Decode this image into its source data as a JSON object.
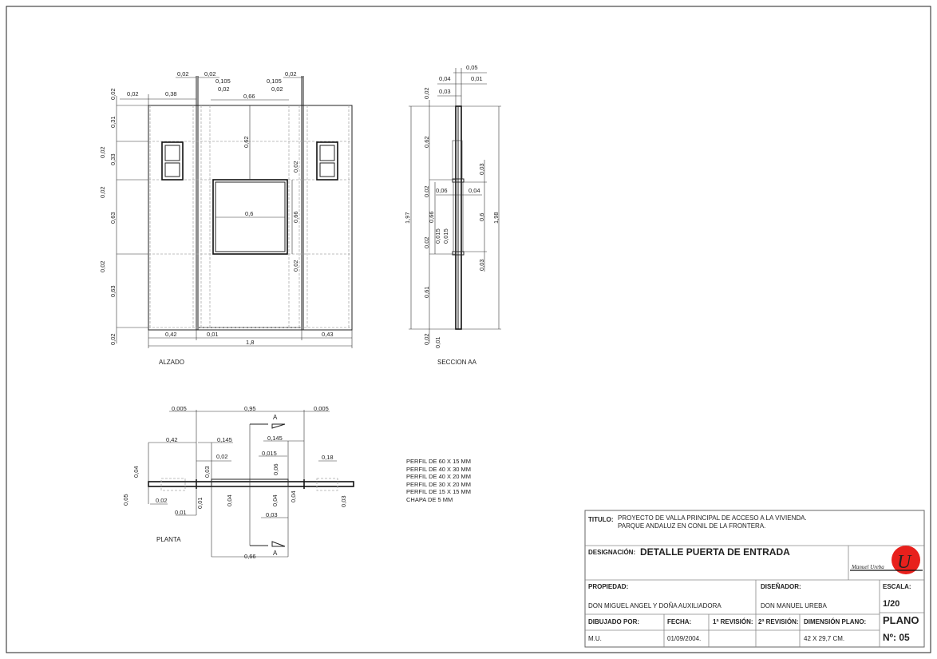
{
  "elevation": {
    "title": "ALZADO",
    "dims": {
      "top_a": "0,02",
      "top_b": "0,02",
      "top_c": "0,105",
      "top_d": "0,02",
      "top_e": "0,66",
      "top_f": "0,105",
      "top_g": "0,02",
      "top_h": "0,02",
      "top_i": "0,02",
      "top_j": "0,38",
      "left_1": "0,02",
      "left_2": "0,31",
      "left_3": "0,02",
      "left_4": "0,33",
      "left_5": "0,02",
      "left_6": "0,63",
      "left_7": "0,02",
      "left_8": "0,63",
      "left_9": "0,02",
      "in_1": "0,62",
      "in_2": "0,6",
      "in_3": "0,02",
      "in_4": "0,66",
      "in_5": "0,02",
      "bot_1": "0,42",
      "bot_2": "0,01",
      "bot_3": "0,43",
      "bot_4": "1,8"
    }
  },
  "section": {
    "title": "SECCION AA",
    "dims": {
      "a": "0,05",
      "b": "0,04",
      "c": "0,01",
      "d": "0,03",
      "e": "0,02",
      "f": "0,62",
      "g": "0,02",
      "h": "0,66",
      "i": "0,02",
      "j": "0,015",
      "k": "0,015",
      "l": "0,61",
      "m": "0,02",
      "n": "0,01",
      "o": "1,97",
      "p": "0,06",
      "q": "0,04",
      "r": "0,03",
      "s": "0,6",
      "u": "0,03",
      "v": "1,98"
    }
  },
  "plan": {
    "title": "PLANTA",
    "cut_mark": "A",
    "dims": {
      "a": "0,005",
      "b": "0,95",
      "c": "0,005",
      "d": "0,42",
      "e": "0,145",
      "f": "0,145",
      "g": "0,02",
      "h": "0,015",
      "i": "0,18",
      "j": "0,06",
      "k": "0,04",
      "l": "0,03",
      "m": "0,05",
      "n": "0,02",
      "o": "0,01",
      "p": "0,01",
      "q": "0,04",
      "r": "0,04",
      "s": "0,04",
      "t": "0,03",
      "u": "0,03",
      "v": "0,66"
    }
  },
  "materials": [
    "PERFIL DE 60 X 15 MM",
    "PERFIL DE 40 X 30 MM",
    "PERFIL DE 40 X 20 MM",
    "PERFIL DE 30 X 20 MM",
    "PERFIL DE 15 X 15 MM",
    "CHAPA DE 5 MM"
  ],
  "title_block": {
    "titulo_label": "TITULO:",
    "titulo_line1": "PROYECTO DE VALLA PRINCIPAL DE ACCESO A LA VIVIENDA.",
    "titulo_line2": "PARQUE ANDALUZ EN CONIL DE LA FRONTERA.",
    "designacion_label": "DESIGNACIÓN:",
    "designacion": "DETALLE PUERTA DE ENTRADA",
    "signature": "Manuel Ureba",
    "logo_letter": "U",
    "logo_color": "#e8201c",
    "propiedad_label": "PROPIEDAD:",
    "propiedad": "DON MIGUEL ANGEL Y DOÑA AUXILIADORA",
    "disenador_label": "DISEÑADOR:",
    "disenador": "DON MANUEL UREBA",
    "escala_label": "ESCALA:",
    "escala": "1/20",
    "dibujado_label": "DIBUJADO POR:",
    "dibujado": "M.U.",
    "fecha_label": "FECHA:",
    "fecha": "01/09/2004.",
    "rev1_label": "1ª REVISIÓN:",
    "rev2_label": "2ª REVISIÓN:",
    "dimension_label": "DIMENSIÓN PLANO:",
    "dimension": "42 X 29,7 CM.",
    "plano_label": "PLANO",
    "plano_num": "Nº: 05"
  }
}
